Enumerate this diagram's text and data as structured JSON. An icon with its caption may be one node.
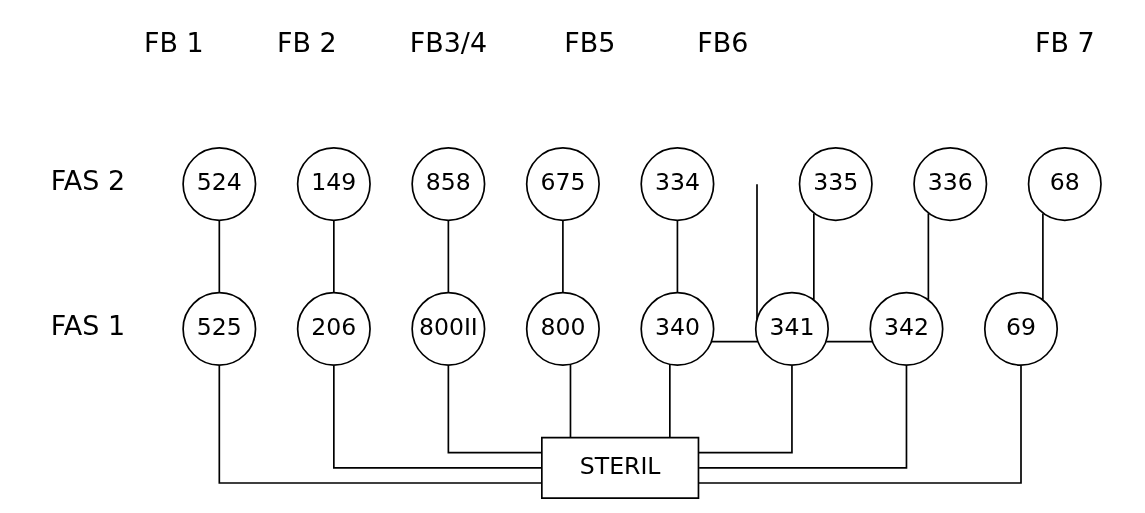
{
  "diagram": {
    "nodes": [
      {
        "text": [
          "524"
        ]
      },
      {
        "text": [
          "149"
        ]
      },
      {
        "text": [
          "858"
        ]
      },
      {
        "text": [
          "675"
        ]
      },
      {
        "text": [
          "334"
        ]
      },
      {
        "text": [
          "335"
        ]
      },
      {
        "text": [
          "336"
        ]
      },
      {
        "text": [
          "68"
        ]
      },
      {
        "text": [
          "525"
        ]
      },
      {
        "text": [
          "206"
        ]
      },
      {
        "text": [
          "800II"
        ]
      },
      {
        "text": [
          "800"
        ]
      },
      {
        "text": [
          "340"
        ]
      },
      {
        "text": [
          "341"
        ]
      },
      {
        "text": [
          "342"
        ]
      },
      {
        "text": [
          "69"
        ]
      },
      {
        "text": [
          "STERIL"
        ]
      }
    ],
    "edges": [
      {
        "from": 0,
        "to": 8,
        "arrow": "none"
      },
      {
        "from": 1,
        "to": 9,
        "arrow": "none"
      },
      {
        "from": 2,
        "to": 10,
        "arrow": "none"
      },
      {
        "from": 3,
        "to": 11,
        "arrow": "none"
      },
      {
        "from": 4,
        "to": 12,
        "arrow": "none"
      },
      {
        "from": null,
        "to": 13,
        "arrow": "none"
      },
      {
        "from": 5,
        "to": 13,
        "arrow": "none"
      },
      {
        "from": 6,
        "to": 14,
        "arrow": "none"
      },
      {
        "from": 7,
        "to": 15,
        "arrow": "none"
      },
      {
        "from": 12,
        "to": 13,
        "arrow": "none"
      },
      {
        "from": 13,
        "to": 14,
        "arrow": "none"
      },
      {
        "from": 8,
        "to": 16,
        "arrow": "none"
      },
      {
        "from": 9,
        "to": 16,
        "arrow": "none"
      },
      {
        "from": 10,
        "to": 16,
        "arrow": "none"
      },
      {
        "from": 11,
        "to": 16,
        "arrow": "none"
      },
      {
        "from": 12,
        "to": 16,
        "arrow": "none"
      },
      {
        "from": 13,
        "to": 16,
        "arrow": "none"
      },
      {
        "from": 14,
        "to": 16,
        "arrow": "none"
      },
      {
        "from": 15,
        "to": 16,
        "arrow": "none"
      }
    ],
    "labels": [
      "FB 1",
      "FB 2",
      "FB3/4",
      "FB5",
      "FB6",
      "FB 7",
      "FAS 2",
      "FAS 1"
    ]
  }
}
